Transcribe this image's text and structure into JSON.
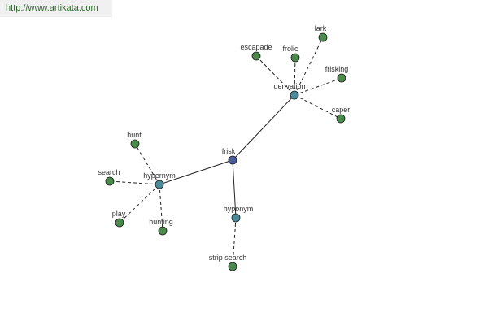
{
  "watermark": {
    "text": "http://www.artikata.com",
    "color": "#2e6b2e"
  },
  "colors": {
    "root_node": "#4a5a9a",
    "relation_node": "#4a8a9a",
    "leaf_node": "#4a8a4a",
    "edge": "#222222",
    "label": "#333333"
  },
  "nodes": [
    {
      "id": "frisk",
      "label": "frisk",
      "kind": "root"
    },
    {
      "id": "derivation",
      "label": "derivation",
      "kind": "relation"
    },
    {
      "id": "hypernym",
      "label": "hypernym",
      "kind": "relation"
    },
    {
      "id": "hyponym",
      "label": "hyponym",
      "kind": "relation"
    },
    {
      "id": "escapade",
      "label": "escapade",
      "kind": "leaf"
    },
    {
      "id": "frolic",
      "label": "frolic",
      "kind": "leaf"
    },
    {
      "id": "lark",
      "label": "lark",
      "kind": "leaf"
    },
    {
      "id": "frisking",
      "label": "frisking",
      "kind": "leaf"
    },
    {
      "id": "caper",
      "label": "caper",
      "kind": "leaf"
    },
    {
      "id": "hunt",
      "label": "hunt",
      "kind": "leaf"
    },
    {
      "id": "search",
      "label": "search",
      "kind": "leaf"
    },
    {
      "id": "play",
      "label": "play",
      "kind": "leaf"
    },
    {
      "id": "hunting",
      "label": "hunting",
      "kind": "leaf"
    },
    {
      "id": "strip_search",
      "label": "strip search",
      "kind": "leaf"
    }
  ],
  "edges": [
    {
      "from": "frisk",
      "to": "derivation",
      "style": "solid"
    },
    {
      "from": "frisk",
      "to": "hypernym",
      "style": "solid"
    },
    {
      "from": "frisk",
      "to": "hyponym",
      "style": "solid"
    },
    {
      "from": "derivation",
      "to": "escapade",
      "style": "dashed"
    },
    {
      "from": "derivation",
      "to": "frolic",
      "style": "dashed"
    },
    {
      "from": "derivation",
      "to": "lark",
      "style": "dashed"
    },
    {
      "from": "derivation",
      "to": "frisking",
      "style": "dashed"
    },
    {
      "from": "derivation",
      "to": "caper",
      "style": "dashed"
    },
    {
      "from": "hypernym",
      "to": "hunt",
      "style": "dashed"
    },
    {
      "from": "hypernym",
      "to": "search",
      "style": "dashed"
    },
    {
      "from": "hypernym",
      "to": "play",
      "style": "dashed"
    },
    {
      "from": "hypernym",
      "to": "hunting",
      "style": "dashed"
    },
    {
      "from": "hyponym",
      "to": "strip_search",
      "style": "dashed"
    }
  ]
}
